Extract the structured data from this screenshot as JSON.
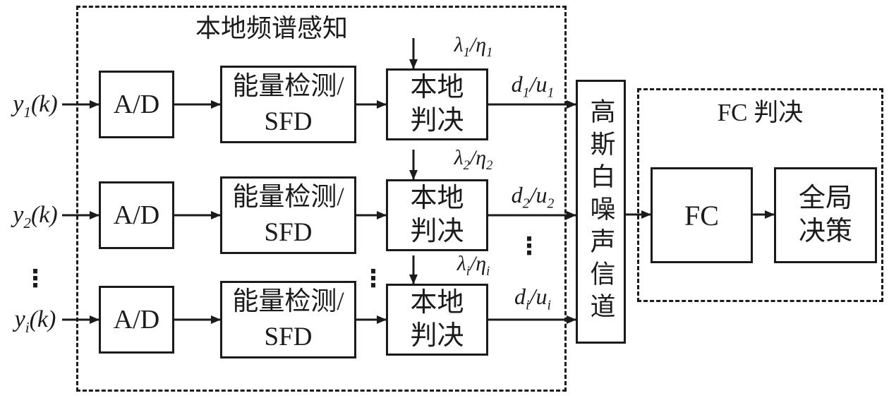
{
  "local_group": {
    "title": "本地频谱感知"
  },
  "rows": [
    {
      "input": {
        "base": "y",
        "sub": "1",
        "suffix": "(k)"
      },
      "adc": "A/D",
      "detector_line1": "能量检测/",
      "detector_line2": "SFD",
      "decision_line1": "本地",
      "decision_line2": "判决",
      "threshold": {
        "base1": "λ",
        "sub1": "1",
        "sep": "/",
        "base2": "η",
        "sub2": "1"
      },
      "output": {
        "base1": "d",
        "sub1": "1",
        "sep": "/",
        "base2": "u",
        "sub2": "1"
      }
    },
    {
      "input": {
        "base": "y",
        "sub": "2",
        "suffix": "(k)"
      },
      "adc": "A/D",
      "detector_line1": "能量检测/",
      "detector_line2": "SFD",
      "decision_line1": "本地",
      "decision_line2": "判决",
      "threshold": {
        "base1": "λ",
        "sub1": "2",
        "sep": "/",
        "base2": "η",
        "sub2": "2"
      },
      "output": {
        "base1": "d",
        "sub1": "2",
        "sep": "/",
        "base2": "u",
        "sub2": "2"
      }
    },
    {
      "input": {
        "base": "y",
        "sub": "i",
        "suffix": "(k)"
      },
      "adc": "A/D",
      "detector_line1": "能量检测/",
      "detector_line2": "SFD",
      "decision_line1": "本地",
      "decision_line2": "判决",
      "threshold": {
        "base1": "λ",
        "sub1": "i",
        "sep": "/",
        "base2": "η",
        "sub2": "i"
      },
      "output": {
        "base1": "d",
        "sub1": "i",
        "sep": "/",
        "base2": "u",
        "sub2": "i"
      }
    }
  ],
  "ellipsis": "⋮",
  "channel": {
    "label": "高斯白噪声信道"
  },
  "fc_group": {
    "title": "FC 判决",
    "fc_label": "FC",
    "global_line1": "全局",
    "global_line2": "决策"
  },
  "colors": {
    "ink": "#1b1b1b",
    "background": "#ffffff"
  }
}
